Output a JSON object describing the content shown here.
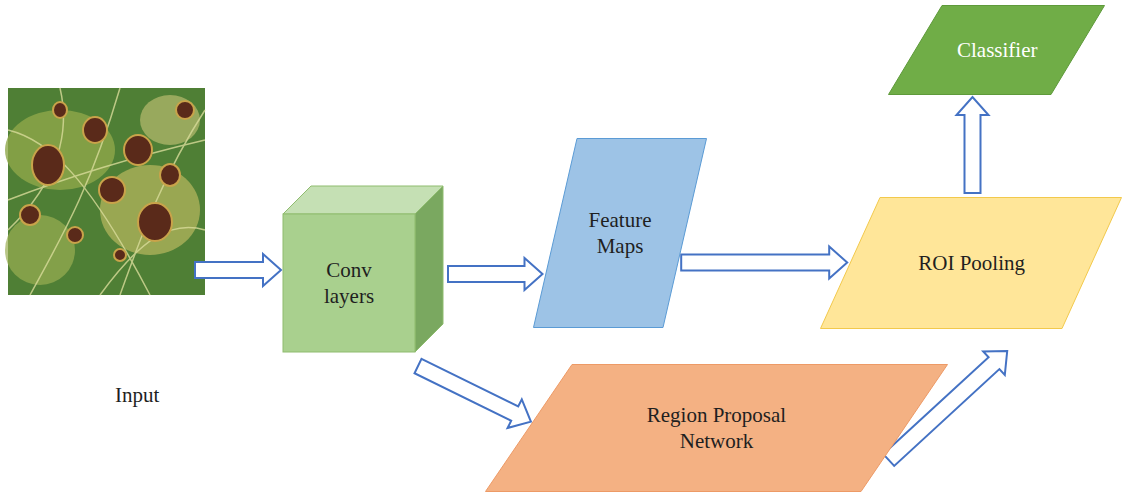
{
  "diagram": {
    "nodes": [
      {
        "text": [
          "Conv layers"
        ]
      },
      {
        "text": [
          "Feature Maps"
        ]
      },
      {
        "text": [
          "ROI Pooling"
        ]
      },
      {
        "text": [
          "Classifier"
        ]
      },
      {
        "text": [
          "Region Proposal Network"
        ]
      }
    ],
    "edges": [
      {
        "from": 0,
        "to": 1,
        "arrow": "to"
      },
      {
        "from": 1,
        "to": 2,
        "arrow": "to"
      },
      {
        "from": 0,
        "to": 4,
        "arrow": "to"
      },
      {
        "from": 4,
        "to": 2,
        "arrow": "to"
      },
      {
        "from": 2,
        "to": 3,
        "arrow": "to"
      }
    ],
    "labels": [
      "Input"
    ]
  }
}
